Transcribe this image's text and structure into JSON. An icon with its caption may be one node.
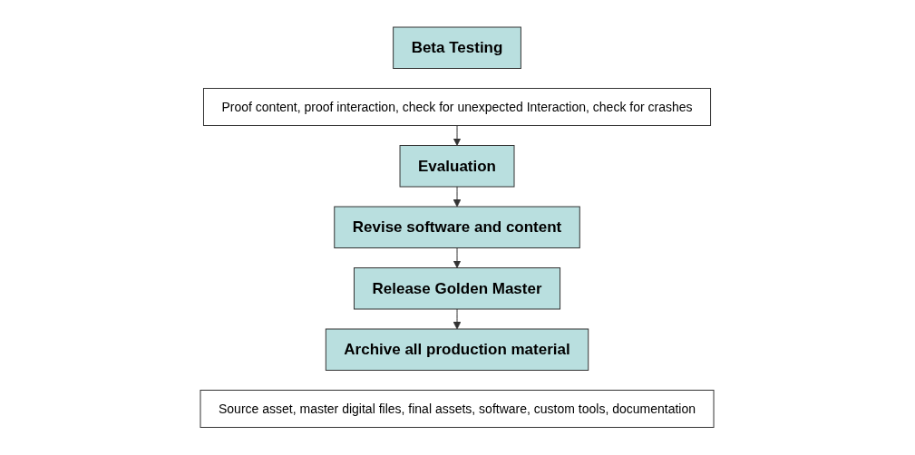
{
  "diagram": {
    "nodes": [
      {
        "text": [
          "Beta Testing"
        ]
      },
      {
        "text": [
          "Proof content, proof interaction, check for unexpected Interaction, check for crashes"
        ]
      },
      {
        "text": [
          "Evaluation"
        ]
      },
      {
        "text": [
          "Revise software and content"
        ]
      },
      {
        "text": [
          "Release Golden Master"
        ]
      },
      {
        "text": [
          "Archive all production material"
        ]
      },
      {
        "text": [
          "Source asset, master digital files, final assets, software, custom tools, documentation"
        ]
      }
    ],
    "edges": [
      {
        "from": 1,
        "to": 2,
        "arrow": "to"
      },
      {
        "from": 2,
        "to": 3,
        "arrow": "to"
      },
      {
        "from": 3,
        "to": 4,
        "arrow": "to"
      },
      {
        "from": 4,
        "to": 5,
        "arrow": "to"
      }
    ]
  }
}
